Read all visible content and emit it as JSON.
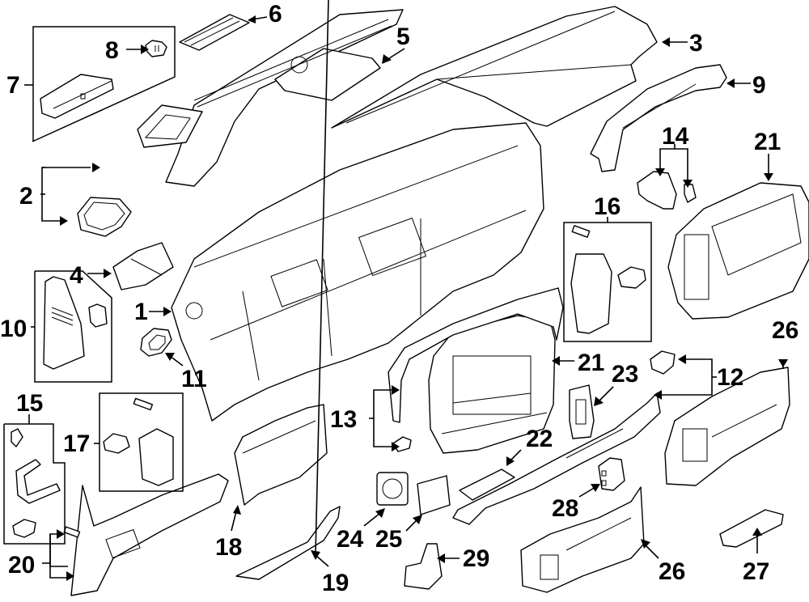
{
  "diagram": {
    "type": "exploded-parts-diagram",
    "subject": "Instrument panel components",
    "background": "#ffffff",
    "line_color": "#000000",
    "callouts": [
      {
        "id": "1",
        "label": "1"
      },
      {
        "id": "2",
        "label": "2"
      },
      {
        "id": "3",
        "label": "3"
      },
      {
        "id": "4",
        "label": "4"
      },
      {
        "id": "5",
        "label": "5"
      },
      {
        "id": "6",
        "label": "6"
      },
      {
        "id": "7",
        "label": "7"
      },
      {
        "id": "8",
        "label": "8"
      },
      {
        "id": "9",
        "label": "9"
      },
      {
        "id": "10",
        "label": "10"
      },
      {
        "id": "11",
        "label": "11"
      },
      {
        "id": "12",
        "label": "12"
      },
      {
        "id": "13",
        "label": "13"
      },
      {
        "id": "14",
        "label": "14"
      },
      {
        "id": "15",
        "label": "15"
      },
      {
        "id": "16",
        "label": "16"
      },
      {
        "id": "17",
        "label": "17"
      },
      {
        "id": "18",
        "label": "18"
      },
      {
        "id": "19",
        "label": "19"
      },
      {
        "id": "20",
        "label": "20"
      },
      {
        "id": "21a",
        "label": "21"
      },
      {
        "id": "21b",
        "label": "21"
      },
      {
        "id": "22",
        "label": "22"
      },
      {
        "id": "23",
        "label": "23"
      },
      {
        "id": "24",
        "label": "24"
      },
      {
        "id": "25",
        "label": "25"
      },
      {
        "id": "26a",
        "label": "26"
      },
      {
        "id": "26b",
        "label": "26"
      },
      {
        "id": "27",
        "label": "27"
      },
      {
        "id": "28",
        "label": "28"
      },
      {
        "id": "29",
        "label": "29"
      }
    ]
  }
}
